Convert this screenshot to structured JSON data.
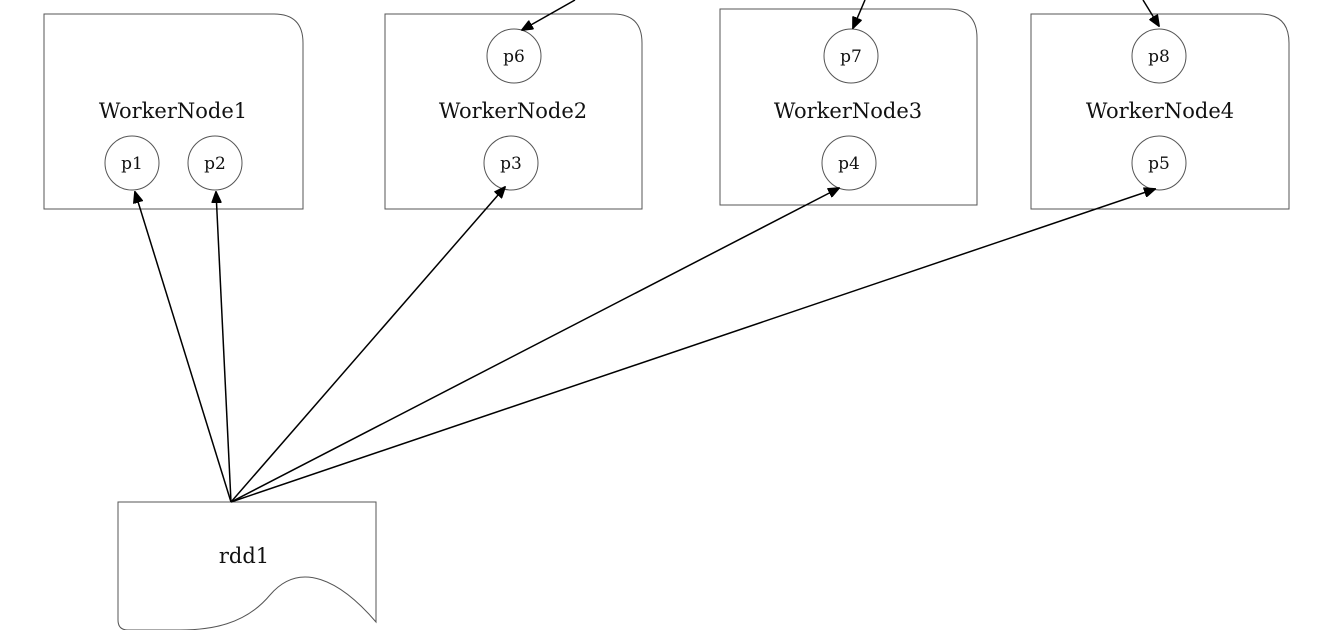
{
  "worker_nodes": [
    {
      "label": "WorkerNode1",
      "partitions": [
        "p1",
        "p2"
      ]
    },
    {
      "label": "WorkerNode2",
      "partitions": [
        "p6",
        "p3"
      ]
    },
    {
      "label": "WorkerNode3",
      "partitions": [
        "p7",
        "p4"
      ]
    },
    {
      "label": "WorkerNode4",
      "partitions": [
        "p8",
        "p5"
      ]
    }
  ],
  "rdd": {
    "label": "rdd1",
    "targets": [
      "p1",
      "p2",
      "p3",
      "p4",
      "p5"
    ]
  },
  "incoming_from_offscreen": [
    "p6",
    "p7",
    "p8"
  ]
}
